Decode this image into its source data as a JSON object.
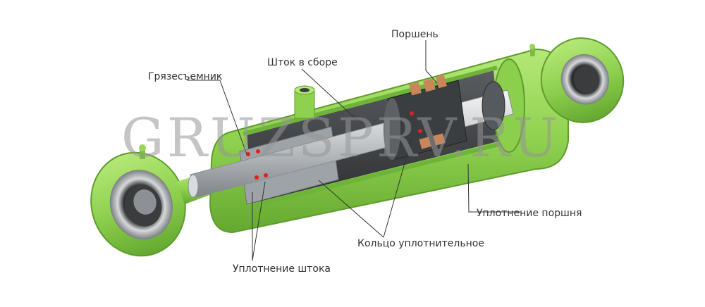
{
  "watermark": "GRUZSPRV.RU",
  "labels": {
    "piston": "Поршень",
    "rod_assembly": "Шток в сборе",
    "wiper": "Грязесъемник",
    "piston_seal": "Уплотнение поршня",
    "o_ring": "Кольцо уплотнительное",
    "rod_seal": "Уплотнение штока"
  },
  "colors": {
    "body_green": "#8fd14f",
    "accent_red": "#e02020",
    "steel": "#b8bcc0"
  }
}
